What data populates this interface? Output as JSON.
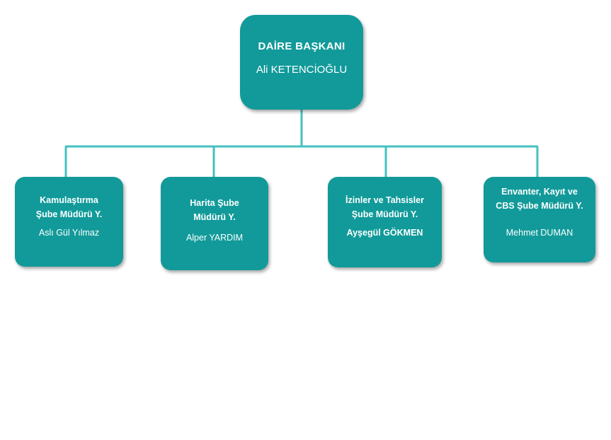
{
  "colors": {
    "box_fill": "#129a9a",
    "connector": "#45c1c1",
    "text": "#ffffff"
  },
  "chart": {
    "top": {
      "title": "DAİRE BAŞKANI",
      "person": "Ali KETENCİOĞLU"
    },
    "children": [
      {
        "title_line1": "Kamulaştırma",
        "title_line2": "Şube Müdürü Y.",
        "person": "Aslı Gül Yılmaz"
      },
      {
        "title_line1": "Harita Şube",
        "title_line2": "Müdürü Y.",
        "person": "Alper YARDIM"
      },
      {
        "title_line1": "İzinler ve Tahsisler",
        "title_line2": "Şube Müdürü Y.",
        "person": "Ayşegül GÖKMEN"
      },
      {
        "title_line1": "Envanter, Kayıt ve",
        "title_line2": "CBS Şube Müdürü Y.",
        "person": "Mehmet DUMAN"
      }
    ]
  }
}
